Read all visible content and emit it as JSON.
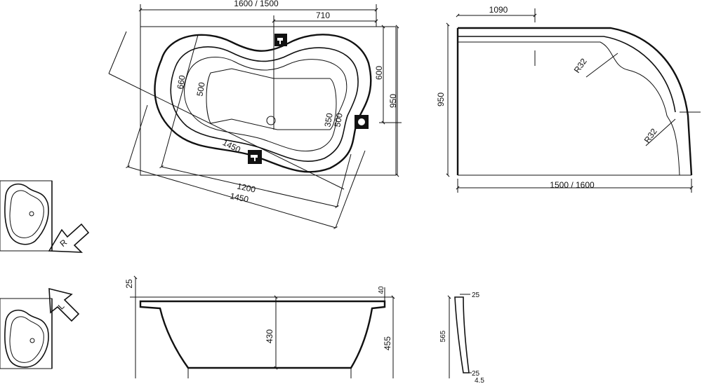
{
  "top_view": {
    "overall_width": "1600 / 1500",
    "offset_710": "710",
    "depth_600": "600",
    "depth_950": "950",
    "inner_660": "660",
    "inner_500": "500",
    "inner_350": "350",
    "inner_500b": "500",
    "diag_1450": "1450",
    "bottom_1200": "1200",
    "bottom_1450": "1450"
  },
  "side_panel_view": {
    "width_1090": "1090",
    "height_950": "950",
    "radius_top": "R32",
    "radius_bottom": "R32",
    "overall_width": "1500 / 1600"
  },
  "side_section": {
    "rim_25": "25",
    "rim_40": "40",
    "depth_430": "430",
    "height_455": "455"
  },
  "panel_section": {
    "top_25": "25",
    "height_565": "565",
    "bottom_25": "25",
    "bottom_45": "4.5"
  },
  "orientation": {
    "right_label": "R",
    "left_label": "L"
  }
}
